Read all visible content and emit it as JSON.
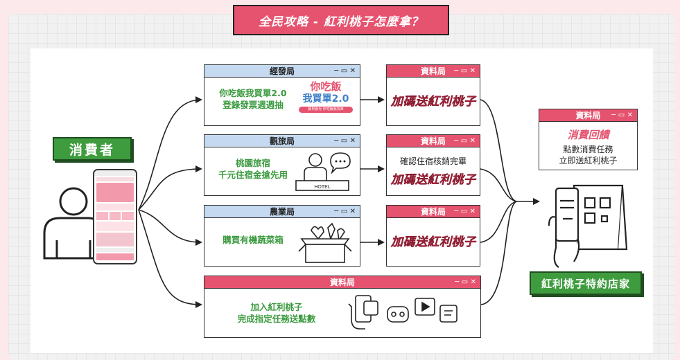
{
  "title": "全民攻略 - 紅利桃子怎麼拿？",
  "consumer_label": "消費者",
  "store_label": "紅利桃子特約店家",
  "window_controls": "─ ▭ ✕",
  "bonus_text": "加碼送紅利桃子",
  "rows": [
    {
      "agency": "經發局",
      "text": [
        "你吃飯我買單2.0",
        "登錄發票週週抽"
      ],
      "logo": [
        "你吃飯",
        "我買單2.0",
        "寶貝食光 你吃飯我買單"
      ],
      "right_agency": "資料局"
    },
    {
      "agency": "觀旅局",
      "text": [
        "桃園旅宿",
        "千元住宿金搶先用"
      ],
      "hotel_sign": "HOTEL",
      "right_agency": "資料局",
      "right_text": "確認住宿核銷完畢"
    },
    {
      "agency": "農業局",
      "text": [
        "購買有機蔬菜箱"
      ],
      "right_agency": "資料局"
    },
    {
      "agency": "資料局",
      "text": [
        "加入紅利桃子",
        "完成指定任務送點數"
      ]
    }
  ],
  "feedback": {
    "agency": "資料局",
    "title": "消費回饋",
    "text": [
      "點數消費任務",
      "立即送紅利桃子"
    ]
  },
  "colors": {
    "pink": "#e5536f",
    "green": "#3e9c3e",
    "blue_bar": "#c5daf0"
  }
}
